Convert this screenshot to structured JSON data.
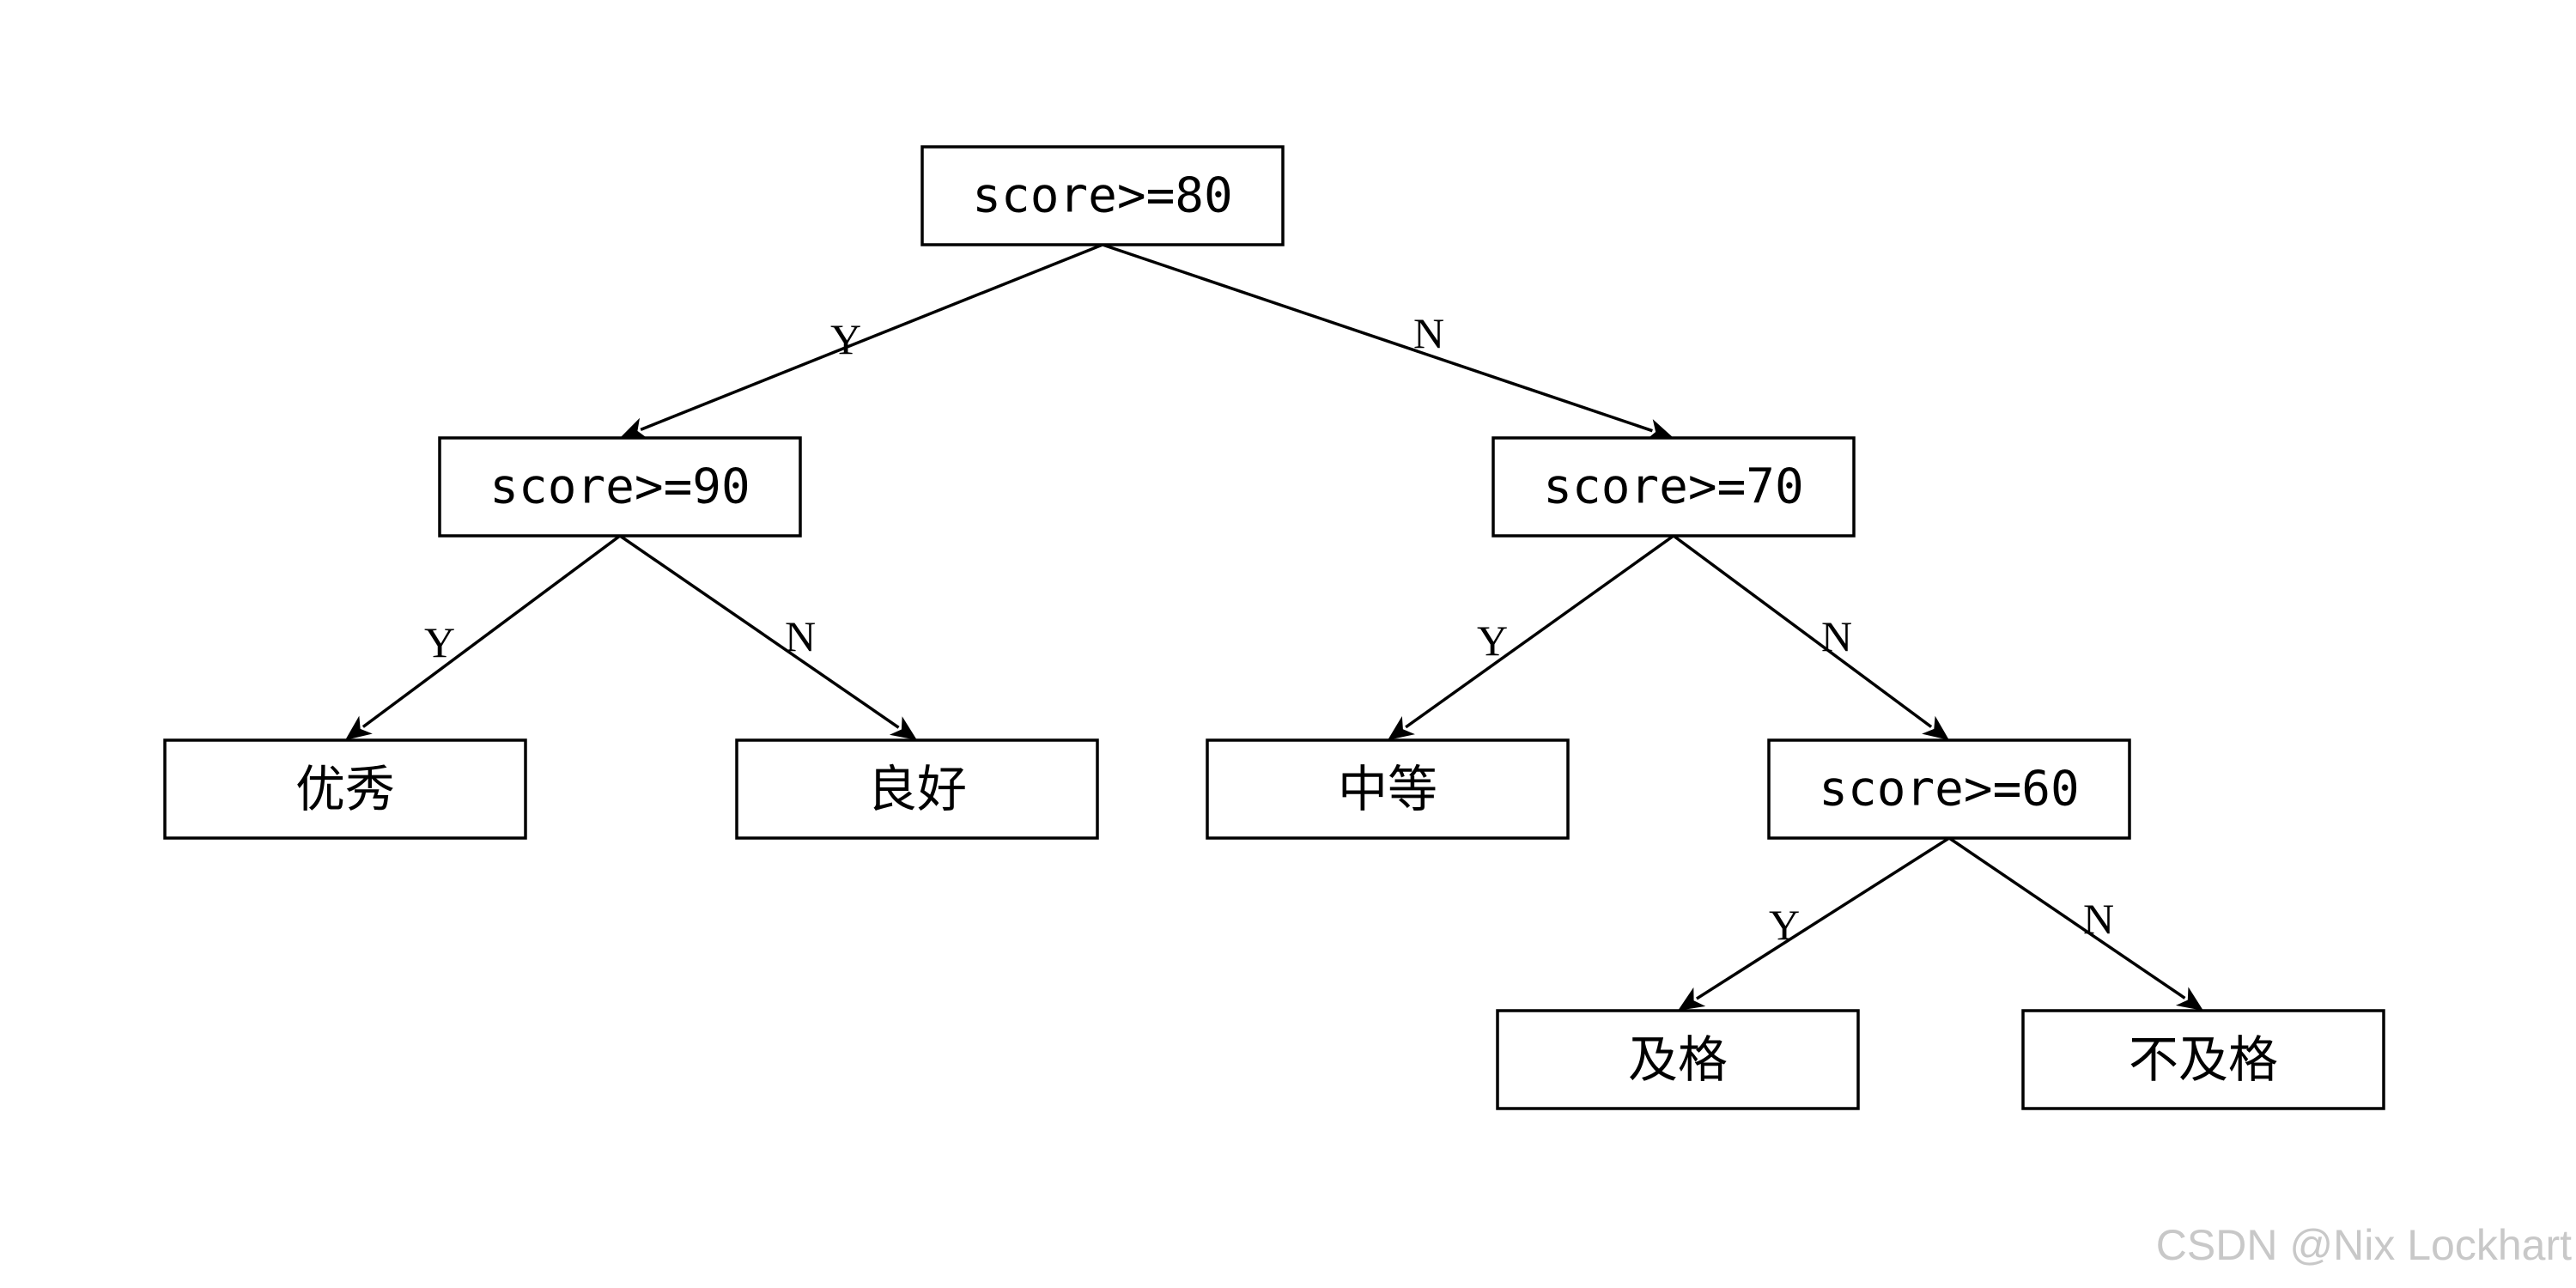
{
  "nodes": [
    {
      "id": "root",
      "label": "score>=80",
      "kind": "condition"
    },
    {
      "id": "cond90",
      "label": "score>=90",
      "kind": "condition"
    },
    {
      "id": "cond70",
      "label": "score>=70",
      "kind": "condition"
    },
    {
      "id": "excellent",
      "label": "优秀",
      "kind": "leaf"
    },
    {
      "id": "good",
      "label": "良好",
      "kind": "leaf"
    },
    {
      "id": "medium",
      "label": "中等",
      "kind": "leaf"
    },
    {
      "id": "cond60",
      "label": "score>=60",
      "kind": "condition"
    },
    {
      "id": "pass",
      "label": "及格",
      "kind": "leaf"
    },
    {
      "id": "fail",
      "label": "不及格",
      "kind": "leaf"
    }
  ],
  "edges": [
    {
      "from": "root",
      "to": "cond90",
      "label": "Y"
    },
    {
      "from": "root",
      "to": "cond70",
      "label": "N"
    },
    {
      "from": "cond90",
      "to": "excellent",
      "label": "Y"
    },
    {
      "from": "cond90",
      "to": "good",
      "label": "N"
    },
    {
      "from": "cond70",
      "to": "medium",
      "label": "Y"
    },
    {
      "from": "cond70",
      "to": "cond60",
      "label": "N"
    },
    {
      "from": "cond60",
      "to": "pass",
      "label": "Y"
    },
    {
      "from": "cond60",
      "to": "fail",
      "label": "N"
    }
  ],
  "watermark": "CSDN @Nix Lockhart"
}
